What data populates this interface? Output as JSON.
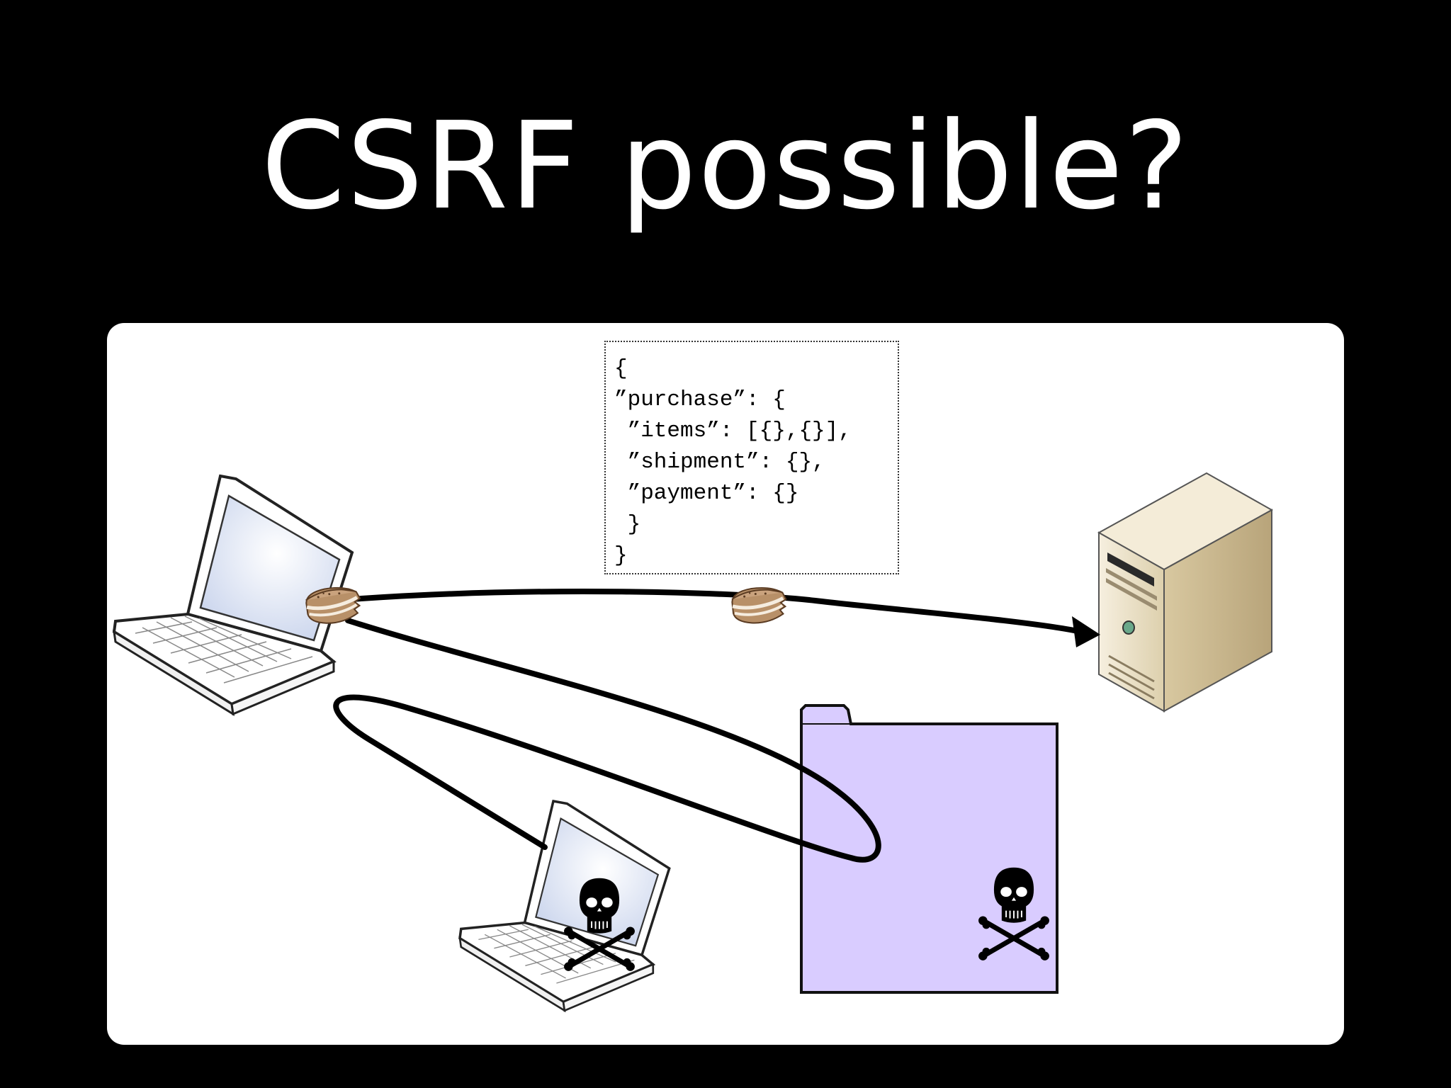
{
  "slide": {
    "title": "CSRF possible?",
    "background": "#000000",
    "title_color": "#ffffff"
  },
  "diagram": {
    "panel_background": "#ffffff",
    "payload_lines": [
      "{",
      "”purchase”: {",
      " ”items”: [{},{}],",
      " ”shipment”: {},",
      " ”payment”: {}",
      " }",
      "}"
    ],
    "nodes": [
      {
        "name": "victim-laptop",
        "icon": "laptop-icon"
      },
      {
        "name": "server",
        "icon": "server-tower-icon"
      },
      {
        "name": "attacker-laptop",
        "icon": "laptop-icon",
        "badge": "skull-crossbones-icon"
      },
      {
        "name": "malicious-page",
        "icon": "document-folder-icon",
        "badge": "skull-crossbones-icon"
      }
    ],
    "cookies": [
      {
        "name": "cookie-at-victim",
        "icon": "cookie-icon"
      },
      {
        "name": "cookie-in-transit",
        "icon": "cookie-icon"
      }
    ],
    "colors": {
      "malicious_page_fill": "#d9ccff",
      "cookie_fill": "#c9a27d",
      "cookie_filling": "#f3e7d9",
      "server_fill": "#e8dcc0",
      "laptop_screen": "#dfe6f5"
    }
  }
}
